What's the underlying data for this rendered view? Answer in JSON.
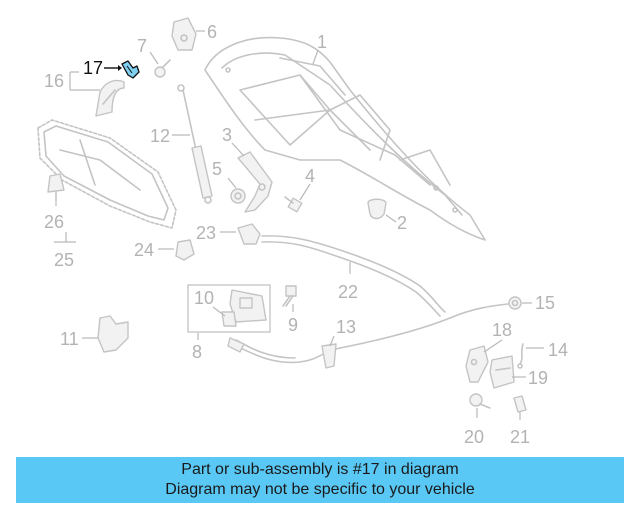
{
  "callouts": {
    "c1": "1",
    "c2": "2",
    "c3": "3",
    "c4": "4",
    "c5": "5",
    "c6": "6",
    "c7": "7",
    "c8": "8",
    "c9": "9",
    "c10": "10",
    "c11": "11",
    "c12": "12",
    "c13": "13",
    "c14": "14",
    "c15": "15",
    "c16": "16",
    "c17": "17",
    "c18": "18",
    "c19": "19",
    "c20": "20",
    "c21": "21",
    "c22": "22",
    "c23": "23",
    "c24": "24",
    "c25": "25",
    "c26": "26"
  },
  "highlighted_part": "17",
  "banner": {
    "line1": "Part or sub-assembly is #17 in diagram",
    "line2": "Diagram may not be specific to your vehicle"
  },
  "colors": {
    "banner_bg": "#5ac8f5",
    "highlight_fill": "#7fd0f0",
    "part_gray": "#c4c4c4"
  }
}
